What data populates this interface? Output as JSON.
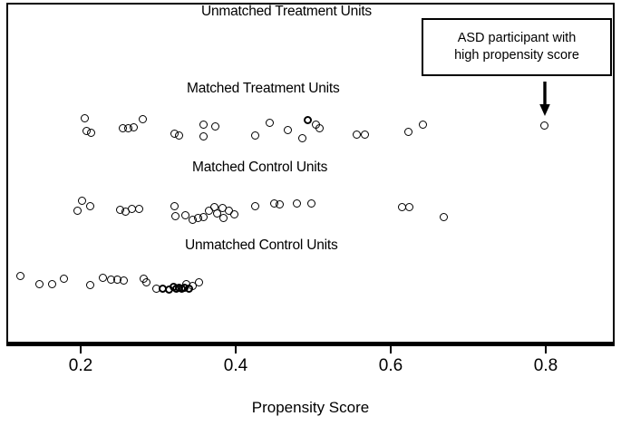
{
  "chart_data": {
    "type": "scatter",
    "title": "",
    "xlabel": "Propensity Score",
    "ylabel": "",
    "xlim": [
      0.085,
      0.87
    ],
    "ylim": [
      0,
      4
    ],
    "grid": false,
    "legend": "none",
    "xticks": [
      0.2,
      0.4,
      0.6,
      0.8
    ],
    "xticklabels": [
      "0.2",
      "0.4",
      "0.6",
      "0.8"
    ],
    "annotations": [
      {
        "text": "ASD participant with high propensity score",
        "target_x": 0.8,
        "target_row": "Matched Treatment Units",
        "arrow": "down"
      }
    ],
    "series": [
      {
        "name": "Unmatched Treatment Units",
        "row_label": "Unmatched Treatment Units",
        "count": 0,
        "values": []
      },
      {
        "name": "Matched Treatment Units",
        "row_label": "Matched Treatment Units",
        "count": 30,
        "values": [
          0.206,
          0.208,
          0.213,
          0.255,
          0.261,
          0.268,
          0.281,
          0.317,
          0.32,
          0.346,
          0.349,
          0.36,
          0.375,
          0.421,
          0.444,
          0.447,
          0.459,
          0.489,
          0.492,
          0.5,
          0.503,
          0.505,
          0.554,
          0.563,
          0.622,
          0.641,
          0.805,
          0.228,
          0.236,
          0.27
        ]
      },
      {
        "name": "Matched Control Units",
        "row_label": "Matched Control Units",
        "count": 31,
        "values": [
          0.197,
          0.203,
          0.212,
          0.251,
          0.257,
          0.266,
          0.275,
          0.321,
          0.326,
          0.33,
          0.334,
          0.338,
          0.344,
          0.35,
          0.356,
          0.36,
          0.366,
          0.371,
          0.38,
          0.389,
          0.448,
          0.453,
          0.468,
          0.487,
          0.5,
          0.506,
          0.62,
          0.629,
          0.671,
          0.314,
          0.318
        ]
      },
      {
        "name": "Unmatched Control Units",
        "row_label": "Unmatched Control Units",
        "count": 23,
        "values": [
          0.122,
          0.16,
          0.172,
          0.184,
          0.244,
          0.258,
          0.266,
          0.272,
          0.277,
          0.3,
          0.309,
          0.318,
          0.322,
          0.326,
          0.329,
          0.331,
          0.333,
          0.336,
          0.338,
          0.341,
          0.345,
          0.35,
          0.355
        ]
      }
    ]
  },
  "labels": {
    "row1": "Unmatched Treatment Units",
    "row2": "Matched Treatment Units",
    "row3": "Matched Control Units",
    "row4": "Unmatched Control Units",
    "callout_line1": "ASD participant with",
    "callout_line2": "high propensity score",
    "xaxis_title": "Propensity Score",
    "tick1": "0.2",
    "tick2": "0.4",
    "tick3": "0.6",
    "tick4": "0.8"
  },
  "points": {
    "matched_treatment": [
      [
        93,
        130
      ],
      [
        95,
        144
      ],
      [
        100,
        146
      ],
      [
        135,
        141
      ],
      [
        141,
        141
      ],
      [
        147,
        140
      ],
      [
        157,
        131
      ],
      [
        192,
        147
      ],
      [
        197,
        149
      ],
      [
        224,
        137
      ],
      [
        224,
        150
      ],
      [
        237,
        139
      ],
      [
        281,
        149
      ],
      [
        297,
        135
      ],
      [
        317,
        143
      ],
      [
        333,
        152
      ],
      [
        339,
        132
      ],
      [
        348,
        137
      ],
      [
        352,
        141
      ],
      [
        393,
        148
      ],
      [
        402,
        148
      ],
      [
        450,
        145
      ],
      [
        466,
        137
      ],
      [
        600,
        138
      ]
    ],
    "matched_control": [
      [
        90,
        221
      ],
      [
        99,
        227
      ],
      [
        85,
        232
      ],
      [
        132,
        231
      ],
      [
        138,
        233
      ],
      [
        145,
        230
      ],
      [
        153,
        230
      ],
      [
        192,
        227
      ],
      [
        193,
        238
      ],
      [
        204,
        237
      ],
      [
        212,
        242
      ],
      [
        218,
        240
      ],
      [
        224,
        239
      ],
      [
        230,
        232
      ],
      [
        236,
        228
      ],
      [
        239,
        235
      ],
      [
        245,
        229
      ],
      [
        246,
        240
      ],
      [
        252,
        232
      ],
      [
        258,
        236
      ],
      [
        281,
        227
      ],
      [
        302,
        224
      ],
      [
        308,
        225
      ],
      [
        327,
        224
      ],
      [
        343,
        224
      ],
      [
        443,
        228
      ],
      [
        451,
        228
      ],
      [
        489,
        239
      ]
    ],
    "unmatched_control": [
      [
        22,
        304
      ],
      [
        43,
        313
      ],
      [
        57,
        313
      ],
      [
        70,
        307
      ],
      [
        99,
        314
      ],
      [
        113,
        306
      ],
      [
        122,
        308
      ],
      [
        129,
        308
      ],
      [
        136,
        309
      ],
      [
        158,
        307
      ],
      [
        161,
        311
      ],
      [
        172,
        318
      ],
      [
        179,
        318
      ],
      [
        186,
        319
      ],
      [
        191,
        316
      ],
      [
        194,
        318
      ],
      [
        197,
        317
      ],
      [
        200,
        318
      ],
      [
        203,
        317
      ],
      [
        205,
        313
      ],
      [
        208,
        318
      ],
      [
        212,
        315
      ],
      [
        219,
        311
      ]
    ]
  },
  "colors": {
    "stroke": "#000000",
    "background": "#ffffff"
  }
}
